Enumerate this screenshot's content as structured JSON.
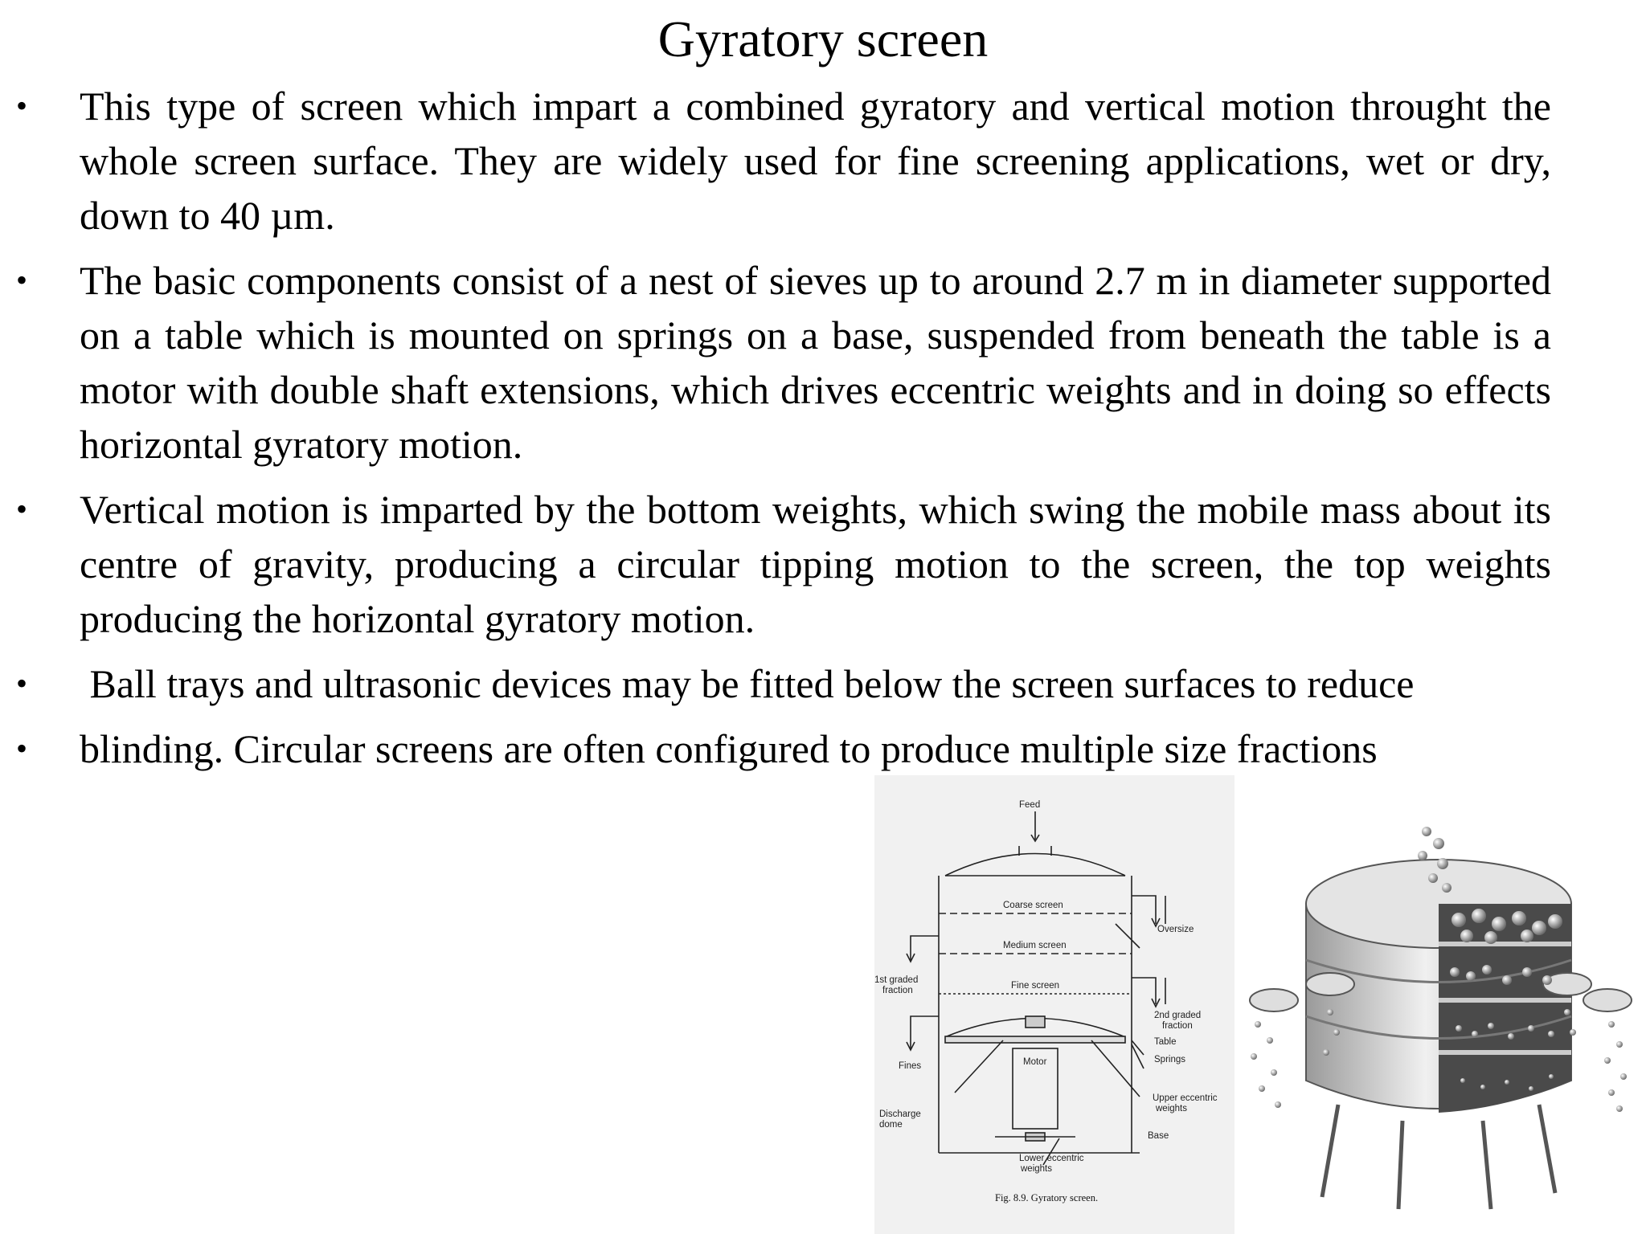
{
  "title": "Gyratory screen",
  "bullet_symbol": "•",
  "bullets": [
    "This type of screen which  impart a combined gyratory and vertical motion throught the whole screen surface. They are widely used for fine screening applications, wet or dry, down to 40 µm.",
    "The basic components consist of a nest of sieves up to around 2.7 m in diameter supported on a table which is mounted on springs on a base, suspended from beneath the table is a motor with double shaft extensions, which drives eccentric weights and in doing so effects horizontal gyratory motion.",
    "Vertical motion is imparted by the bottom weights, which swing the mobile mass about its centre of  gravity, producing a circular tipping motion to the screen, the top weights producing the horizontal gyratory motion.",
    " Ball trays and ultrasonic devices may be fitted below the screen surfaces to reduce",
    "blinding. Circular screens are often configured to produce multiple size fractions"
  ],
  "diagram": {
    "labels": {
      "feed": "Feed",
      "coarse_screen": "Coarse screen",
      "oversize": "Oversize",
      "medium_screen": "Medium screen",
      "first_fraction_line1": "1st graded",
      "first_fraction_line2": "fraction",
      "fine_screen": "Fine screen",
      "second_fraction_line1": "2nd graded",
      "second_fraction_line2": "fraction",
      "table": "Table",
      "springs": "Springs",
      "fines": "Fines",
      "motor": "Motor",
      "upper_weights_line1": "Upper eccentric",
      "upper_weights_line2": "weights",
      "discharge_line1": "Discharge",
      "discharge_line2": "dome",
      "base": "Base",
      "lower_weights_line1": "Lower eccentric",
      "lower_weights_line2": "weights"
    },
    "caption": "Fig. 8.9. Gyratory screen."
  }
}
